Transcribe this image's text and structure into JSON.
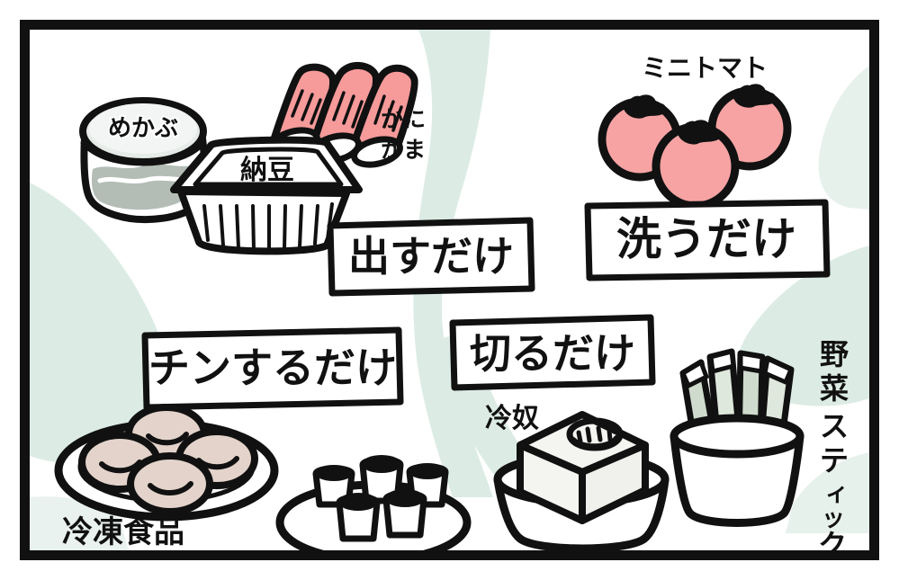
{
  "illustration": {
    "title_caption": "",
    "frame_color": "#111111",
    "background_color": "#ffffff",
    "accent_mint": "#dcece4",
    "accent_pink": "#f79a9a",
    "accent_pink_light": "#f7a3a3",
    "accent_sage": "#b9c9b9",
    "accent_beige": "#e3d3cb",
    "accent_grey": "#b3bdb6"
  },
  "groups": [
    {
      "id": "dasu-dake",
      "tag_label": "出すだけ",
      "items": [
        {
          "id": "mekabu",
          "label": "めかぶ",
          "name": "mekabu-tub"
        },
        {
          "id": "natto",
          "label": "納豆",
          "name": "natto-pack"
        },
        {
          "id": "kanikama",
          "label": "かに\nかま",
          "line1": "かに",
          "line2": "かま",
          "name": "kanikama-sticks"
        }
      ]
    },
    {
      "id": "arau-dake",
      "tag_label": "洗うだけ",
      "items": [
        {
          "id": "mini-tomato",
          "label": "ミニトマト",
          "name": "mini-tomatoes"
        }
      ]
    },
    {
      "id": "chin-suru-dake",
      "tag_label": "チンするだけ",
      "items": [
        {
          "id": "reitou-shokuhin",
          "label": "冷凍食品",
          "name": "frozen-food"
        }
      ]
    },
    {
      "id": "kiru-dake",
      "tag_label": "切るだけ",
      "items": [
        {
          "id": "hiyayakko",
          "label": "冷奴",
          "name": "chilled-tofu"
        },
        {
          "id": "yasai-stick",
          "label": "野菜スティック",
          "chars": [
            "野",
            "菜",
            "ス",
            "テ",
            "ィ",
            "ッ",
            "ク"
          ],
          "name": "vegetable-sticks"
        }
      ]
    }
  ],
  "labels": {
    "mekabu": "めかぶ",
    "natto": "納豆",
    "kanikama_l1": "かに",
    "kanikama_l2": "かま",
    "dasu_dake": "出すだけ",
    "mini_tomato": "ミニトマト",
    "arau_dake": "洗うだけ",
    "chin_suru_dake": "チンするだけ",
    "kiru_dake": "切るだけ",
    "reitou_shokuhin": "冷凍食品",
    "hiyayakko": "冷奴",
    "yasai_stick": "野菜スティック"
  }
}
